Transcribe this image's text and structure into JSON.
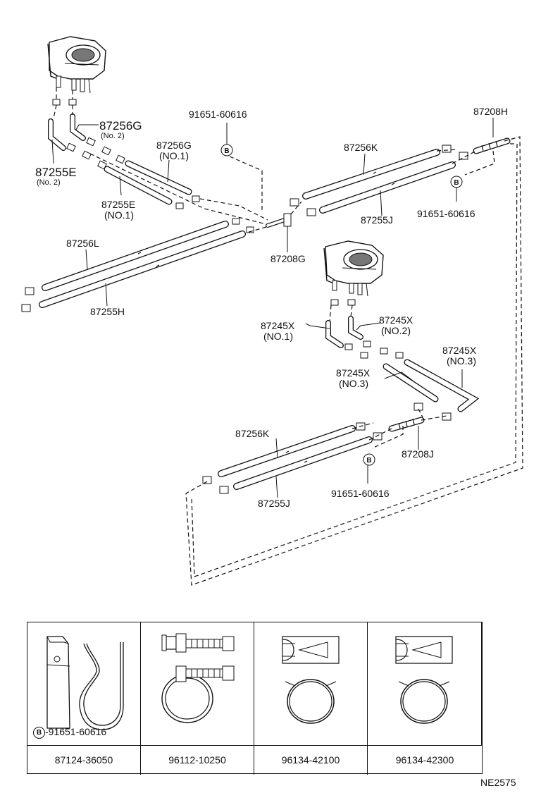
{
  "diagram": {
    "labels": {
      "p87256G": "87256G",
      "p87256G_sub": "(No. 2)",
      "p87255E": "87255E",
      "p87255E_sub": "(No. 2)",
      "p91651_top": "91651-60616",
      "p87256G_no1": "87256G",
      "p87256G_no1_sub": "(NO.1)",
      "p87255E_no1": "87255E",
      "p87255E_no1_sub": "(NO.1)",
      "p87256K_top": "87256K",
      "p87208H": "87208H",
      "p91651_right": "91651-60616",
      "p87255J_top": "87255J",
      "p87208G": "87208G",
      "p87256L": "87256L",
      "p87255H": "87255H",
      "p87245X_no1": "87245X",
      "p87245X_no1_sub": "(NO.1)",
      "p87245X_no2": "87245X",
      "p87245X_no2_sub": "(NO.2)",
      "p87245X_no3a": "87245X",
      "p87245X_no3a_sub": "(NO.3)",
      "p87245X_no3b": "87245X",
      "p87245X_no3b_sub": "(NO.3)",
      "p87256K_bottom": "87256K",
      "p87208J": "87208J",
      "p91651_bottom": "91651-60616",
      "p87255J_bottom": "87255J",
      "b_marker": "B"
    }
  },
  "parts_table": {
    "b_marker": "B",
    "cell1_callout": "-91651-60616",
    "part_numbers": [
      "87124-36050",
      "96112-10250",
      "96134-42100",
      "96134-42300"
    ]
  },
  "reference_code": "NE2575"
}
